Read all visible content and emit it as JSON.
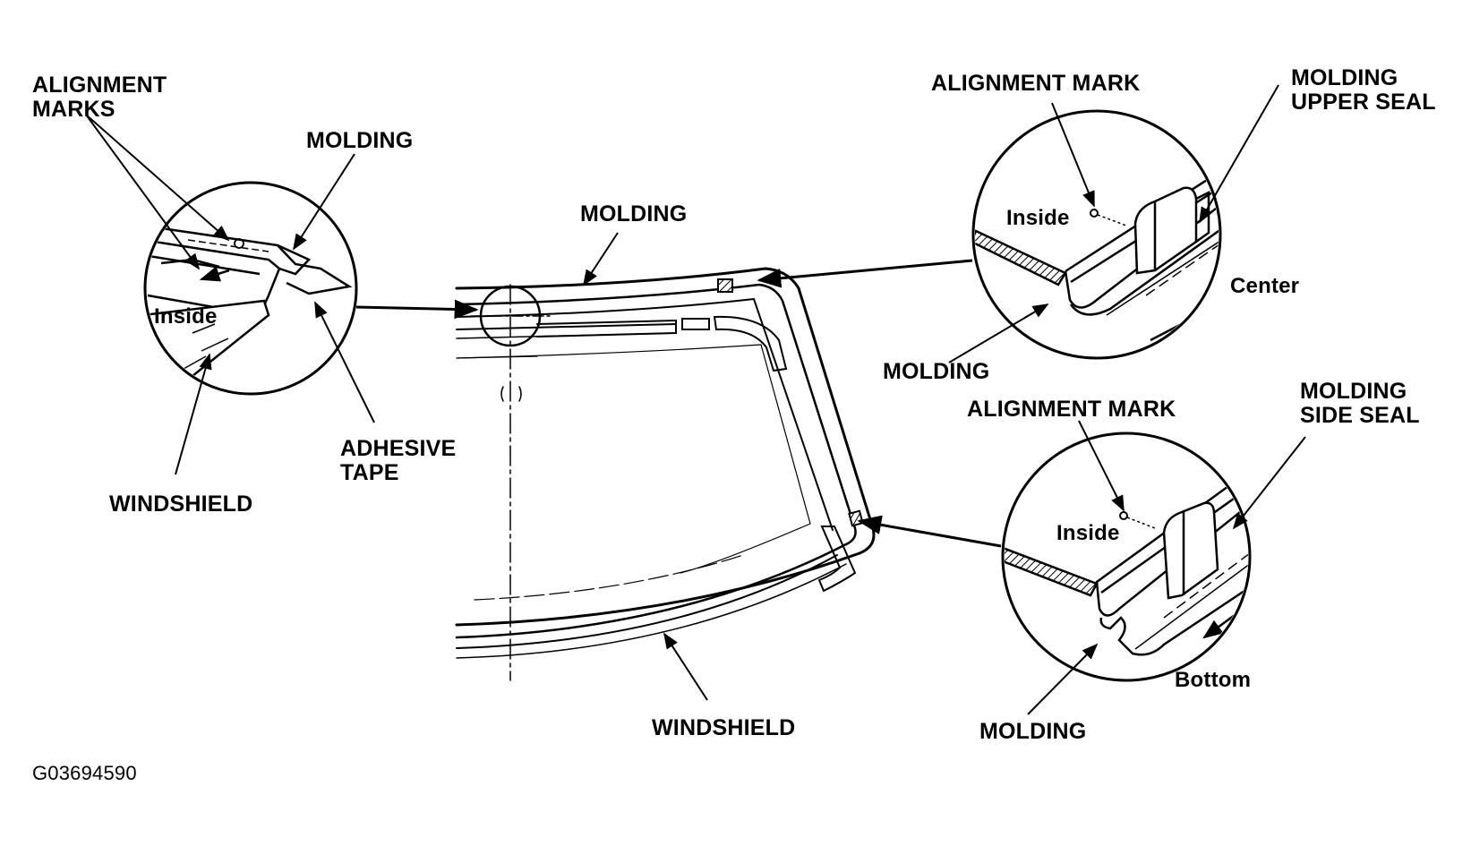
{
  "figure_code": "G03694590",
  "labels": {
    "left_alignment_marks": [
      "ALIGNMENT",
      "MARKS"
    ],
    "left_molding": "MOLDING",
    "left_inside": "Inside",
    "left_adhesive_tape": [
      "ADHESIVE",
      "TAPE"
    ],
    "left_windshield": "WINDSHIELD",
    "center_molding": "MOLDING",
    "center_windshield": "WINDSHIELD",
    "upper_alignment_mark": "ALIGNMENT MARK",
    "upper_seal": [
      "MOLDING",
      "UPPER SEAL"
    ],
    "upper_inside": "Inside",
    "upper_center": "Center",
    "upper_molding": "MOLDING",
    "side_alignment_mark": "ALIGNMENT MARK",
    "side_seal": [
      "MOLDING",
      "SIDE SEAL"
    ],
    "side_inside": "Inside",
    "side_bottom": "Bottom",
    "side_molding": "MOLDING"
  },
  "colors": {
    "ink": "#000000",
    "paper": "#ffffff"
  }
}
